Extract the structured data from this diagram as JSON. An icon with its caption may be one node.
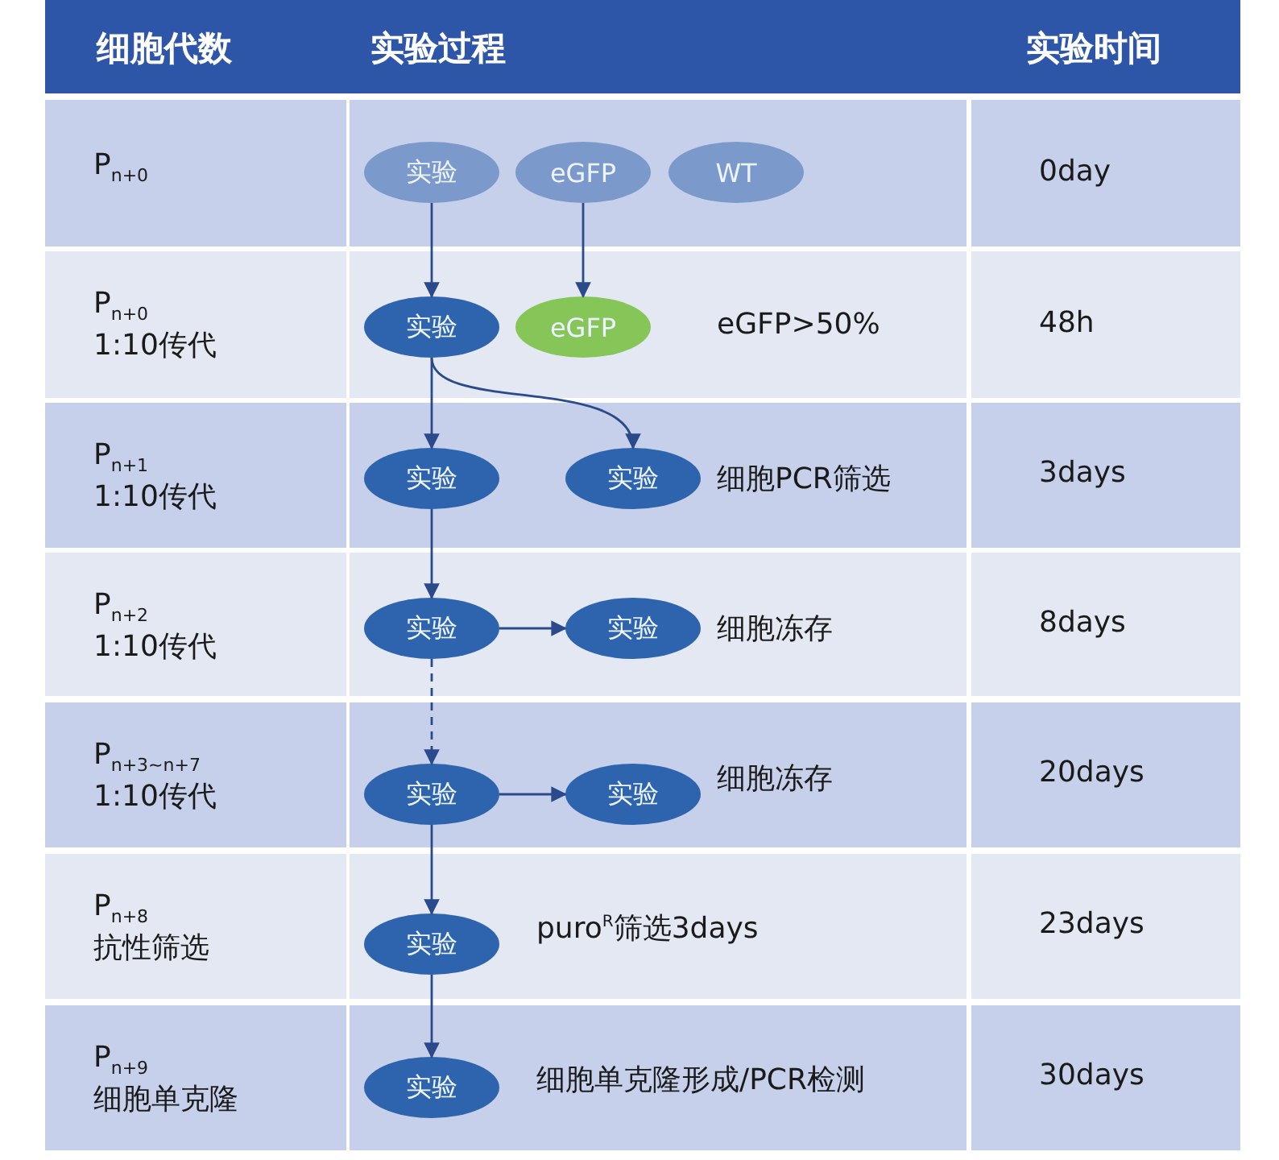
{
  "diagram": {
    "nodes": [
      {
        "text": [
          "实验"
        ]
      },
      {
        "text": [
          "eGFP"
        ]
      },
      {
        "text": [
          "WT"
        ]
      },
      {
        "text": [
          "实验"
        ]
      },
      {
        "text": [
          "eGFP"
        ],
        "beside": [
          "eGFP>50%"
        ]
      },
      {
        "text": [
          "实验"
        ]
      },
      {
        "text": [
          "实验"
        ],
        "beside": [
          "细胞PCR筛选"
        ]
      },
      {
        "text": [
          "实验"
        ]
      },
      {
        "text": [
          "实验"
        ],
        "beside": [
          "细胞冻存"
        ]
      },
      {
        "text": [
          "实验"
        ]
      },
      {
        "text": [
          "实验"
        ],
        "beside": [
          "细胞冻存"
        ]
      },
      {
        "text": [
          "实验"
        ],
        "beside": [
          "puro$^{R}$筛选3days"
        ]
      },
      {
        "text": [
          "实验"
        ],
        "beside": [
          "细胞单克隆形成/PCR检测"
        ]
      }
    ],
    "edges": [
      {
        "from": 0,
        "to": 3,
        "arrow": "to"
      },
      {
        "from": 1,
        "to": 4,
        "arrow": "to"
      },
      {
        "from": 3,
        "to": 5,
        "arrow": "to"
      },
      {
        "from": 3,
        "to": 6,
        "arrow": "to"
      },
      {
        "from": 5,
        "to": 7,
        "arrow": "to"
      },
      {
        "from": 7,
        "to": 8,
        "arrow": "to"
      },
      {
        "from": 7,
        "to": 9,
        "arrow": "to",
        "style": "dashed"
      },
      {
        "from": 9,
        "to": 10,
        "arrow": "to"
      },
      {
        "from": 9,
        "to": 11,
        "arrow": "to"
      },
      {
        "from": 11,
        "to": 12,
        "arrow": "to"
      }
    ],
    "labels": [
      "细胞代数",
      "实验过程",
      "实验时间",
      "P$_{n+0}$",
      "0day",
      "P$_{n+0}$",
      "1:10传代",
      "48h",
      "P$_{n+1}$",
      "1:10传代",
      "3days",
      "P$_{n+2}$",
      "1:10传代",
      "8days",
      "P$_{n+3~n+7}$",
      "1:10传代",
      "20days",
      "P$_{n+8}$",
      "抗性筛选",
      "23days",
      "P$_{n+9}$",
      "细胞单克隆",
      "30days"
    ]
  }
}
